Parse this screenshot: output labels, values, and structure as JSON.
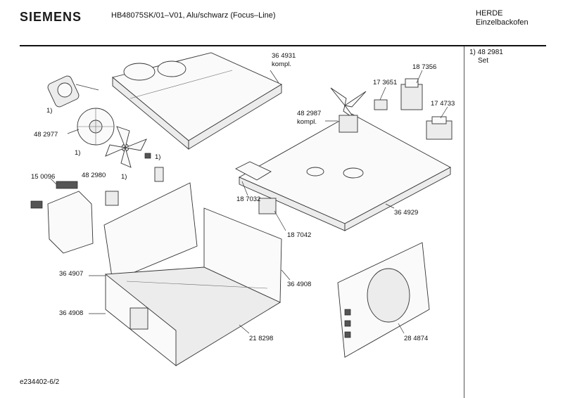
{
  "header": {
    "brand": "SIEMENS",
    "model": "HB48075SK/01–V01, Alu/schwarz (Focus–Line)",
    "category_line1": "HERDE",
    "category_line2": "Einzelbackofen"
  },
  "footnote": {
    "line1": "1)  48 2981",
    "line2": "Set"
  },
  "footer": {
    "diagram_id": "e234402-6/2"
  },
  "parts": {
    "p364931": "36 4931",
    "kompl1": "kompl.",
    "p187356": "18 7356",
    "p173651": "17 3651",
    "p482987": "48 2987",
    "kompl2": "kompl.",
    "p174733": "17 4733",
    "p482977": "48 2977",
    "p482980": "48 2980",
    "p150096": "15 0096",
    "p187032": "18 7032",
    "p364929": "36 4929",
    "p187042": "18 7042",
    "p364907": "36 4907",
    "p364908a": "36 4908",
    "p364908b": "36 4908",
    "p218298": "21 8298",
    "p284874": "28 4874",
    "fn1a": "1)",
    "fn1b": "1)",
    "fn1c": "1)",
    "fn1d": "1)"
  }
}
